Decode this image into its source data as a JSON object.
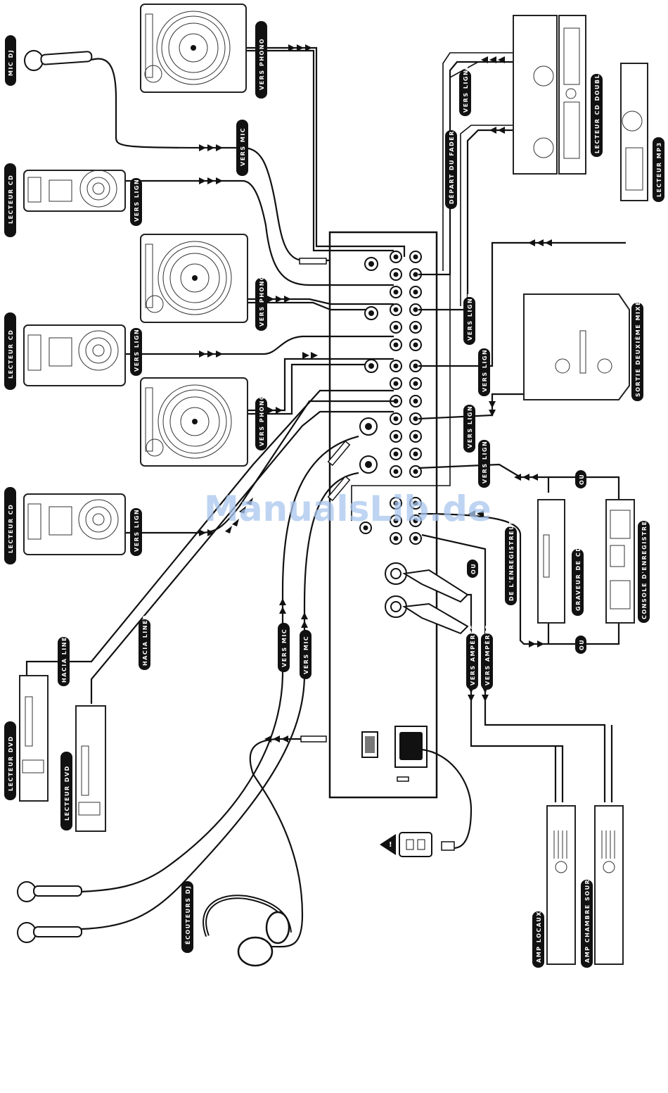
{
  "labels": {
    "mic_dj": "MIC DJ",
    "vers_phono_1": "VERS PHONO",
    "vers_phono_2": "VERS PHONO",
    "vers_phono_3": "VERS PHONO",
    "vers_mic_1": "VERS MIC",
    "vers_mic_2": "VERS MIC",
    "vers_mic_3": "VERS MIC",
    "lecteur_cd_1": "LECTEUR CD",
    "lecteur_cd_2": "LECTEUR CD",
    "lecteur_cd_3": "LECTEUR CD",
    "vers_ligne_1": "VERS LIGNE",
    "vers_ligne_2": "VERS LIGNE",
    "vers_ligne_3": "VERS LIGNE",
    "vers_ligne_4": "VERS LIGNE",
    "vers_ligne_5": "VERS LIGNE",
    "vers_ligne_6": "VERS LIGNE",
    "vers_ligne_7": "VERS LIGNE",
    "vers_ligne_8": "VERS LIGNE",
    "depart_fader": "DÉPART DU FADER",
    "lecteur_cd_double": "LECTEUR CD DOUBLE",
    "lecteur_mp3": "LECTEUR MP3",
    "sortie_deuxieme_mixer": "SORTIE DEUXIÈME MIXER",
    "ou_1": "OU",
    "ou_2": "OU",
    "ou_3": "OU",
    "de_lenregistreur": "DE L'ENREGISTREUR",
    "graveur_cd": "GRAVEUR DE CD",
    "console_enregistrement": "CONSOLE D'ENREGISTREMENT",
    "vers_amperes_1": "VERS AMPÈRES",
    "vers_amperes_2": "VERS AMPÈRES",
    "hacia_linea_1": "HACIA LINEA",
    "hacia_linea_2": "HACIA LINEA",
    "lecteur_dvd_1": "LECTEUR DVD",
    "lecteur_dvd_2": "LECTEUR DVD",
    "ecouteurs_dj": "ÉCOUTEURS DJ",
    "amp_locaux": "AMP LOCAUX",
    "amp_chambre_sourde": "AMP CHAMBRE SOURDE"
  },
  "watermark": "ManualsLib.de",
  "icons": {
    "warning": "warning-triangle-icon",
    "power_outlet": "power-outlet-icon"
  }
}
